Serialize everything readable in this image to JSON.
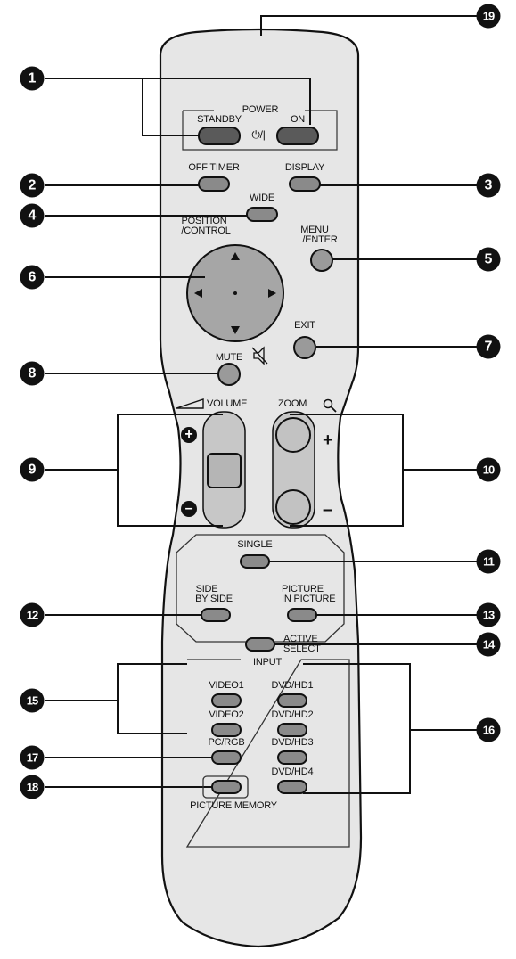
{
  "callouts": [
    "1",
    "2",
    "3",
    "4",
    "5",
    "6",
    "7",
    "8",
    "9",
    "10",
    "11",
    "12",
    "13",
    "14",
    "15",
    "16",
    "17",
    "18",
    "19"
  ],
  "labels": {
    "power": "POWER",
    "standby": "STANDBY",
    "on": "ON",
    "power_symbol": "⏻/|",
    "off_timer": "OFF TIMER",
    "display": "DISPLAY",
    "wide": "WIDE",
    "position_control_1": "POSITION",
    "position_control_2": "/CONTROL",
    "menu_enter_1": "MENU",
    "menu_enter_2": "/ENTER",
    "exit": "EXIT",
    "mute": "MUTE",
    "mute_symbol": "🔇",
    "volume": "VOLUME",
    "zoom": "ZOOM",
    "plus": "+",
    "minus": "–",
    "vol_plus": "+",
    "vol_minus": "–",
    "single": "SINGLE",
    "side_by_side_1": "SIDE",
    "side_by_side_2": "BY SIDE",
    "pip_1": "PICTURE",
    "pip_2": "IN PICTURE",
    "active_select_1": "ACTIVE",
    "active_select_2": "SELECT",
    "input": "INPUT",
    "video1": "VIDEO1",
    "video2": "VIDEO2",
    "pc_rgb": "PC/RGB",
    "dvd_hd1": "DVD/HD1",
    "dvd_hd2": "DVD/HD2",
    "dvd_hd3": "DVD/HD3",
    "dvd_hd4": "DVD/HD4",
    "picture_memory": "PICTURE MEMORY"
  },
  "icons": {
    "power": "power-standby-icon",
    "mute": "speaker-mute-icon",
    "zoom": "magnifier-icon",
    "volume": "volume-ramp-icon"
  },
  "colors": {
    "body": "#e6e6e6",
    "outline": "#111111",
    "button": "#8a8a8a",
    "callout": "#111111"
  }
}
